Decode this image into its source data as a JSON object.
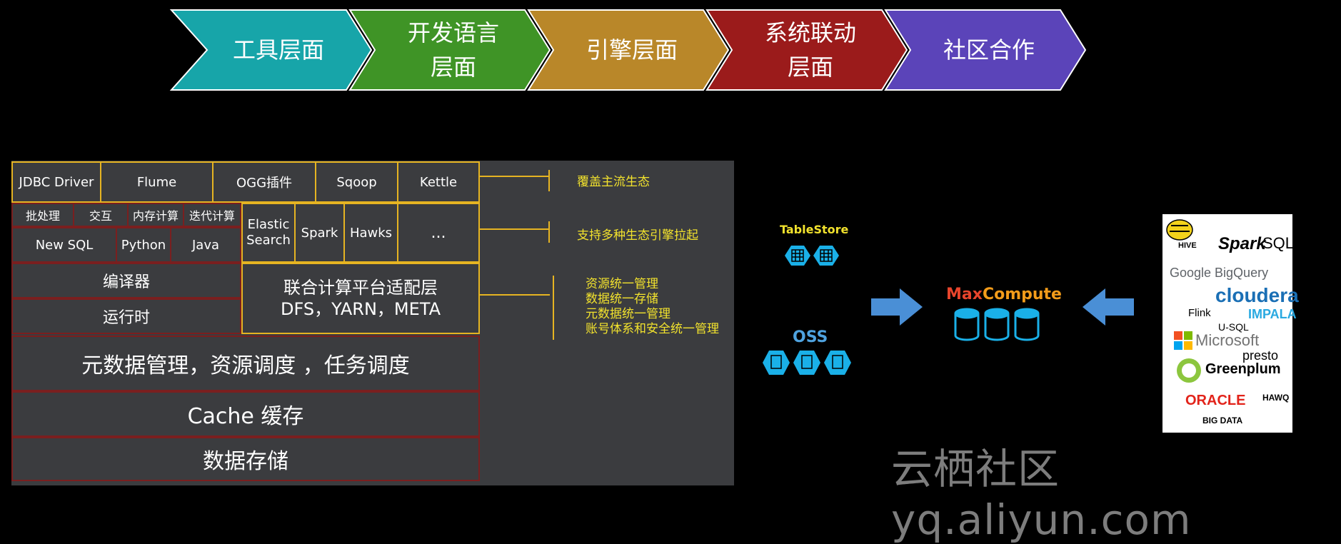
{
  "chevrons": [
    {
      "label": "工具层面",
      "color": "#17a5a9"
    },
    {
      "label": "开发语言\n层面",
      "color": "#3f9426"
    },
    {
      "label": "引擎层面",
      "color": "#b98729"
    },
    {
      "label": "系统联动\n层面",
      "color": "#9b1b1b"
    },
    {
      "label": "社区合作",
      "color": "#5b44b9"
    }
  ],
  "tools": [
    "JDBC Driver",
    "Flume",
    "OGG插件",
    "Sqoop",
    "Kettle"
  ],
  "dev_small": [
    "批处理",
    "交互",
    "内存计算",
    "迭代计算"
  ],
  "dev_langs": [
    "New SQL",
    "Python",
    "Java"
  ],
  "engines": [
    "Elastic\nSearch",
    "Spark",
    "Hawks",
    "..."
  ],
  "compiler": "编译器",
  "runtime": "运行时",
  "adapter": "联合计算平台适配层\nDFS，YARN，META",
  "metadata": "元数据管理，资源调度 ，任务调度",
  "cache": "Cache 缓存",
  "storage": "数据存储",
  "notes": {
    "n1": "覆盖主流生态",
    "n2": "支持多种生态引擎拉起",
    "n3": "资源统一管理\n数据统一存储\n元数据统一管理\n账号体系和安全统一管理"
  },
  "tablestore": "TableStore",
  "oss": "OSS",
  "maxcompute": {
    "prefix": "Max",
    "suffix": "Compute"
  },
  "logos": {
    "hive": "HIVE",
    "spark": "Spark",
    "sql": "SQL",
    "bigquery": "Google BigQuery",
    "cloudera": "cloudera",
    "impala": "IMPALA",
    "flink": "Flink",
    "usql": "U-SQL",
    "microsoft": "Microsoft",
    "presto": "presto",
    "greenplum": "Greenplum",
    "hawq": "HAWQ",
    "oracle": "ORACLE",
    "bigdata": "BIG DATA"
  },
  "watermark": "云栖社区 yq.aliyun.com",
  "colors": {
    "gold": "#e6b422",
    "note": "#f2e22d",
    "arrow": "#4a8fd6",
    "mc_red": "#e8452c",
    "mc_orange": "#f39c1a",
    "hex": "#1ab0e8"
  }
}
